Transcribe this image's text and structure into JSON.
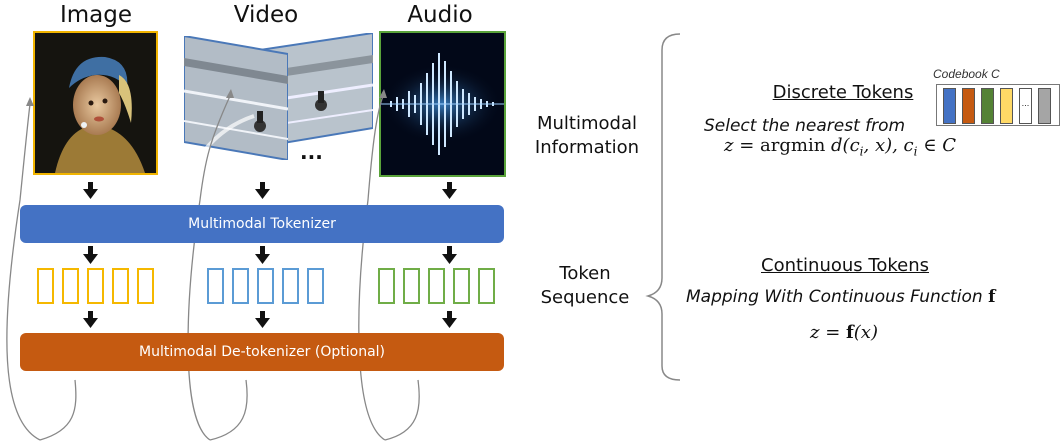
{
  "modalities": {
    "image": "Image",
    "video": "Video",
    "video_ellipsis": "...",
    "audio": "Audio"
  },
  "bars": {
    "tokenizer": "Multimodal Tokenizer",
    "detokenizer": "Multimodal De-tokenizer (Optional)"
  },
  "side_labels": {
    "multimodal_line1": "Multimodal",
    "multimodal_line2": "Information",
    "token_line1": "Token",
    "token_line2": "Sequence"
  },
  "discrete": {
    "title": "Discrete Tokens",
    "codebook_label": "Codebook C",
    "select_text": "Select the nearest from",
    "codebook_ellipsis": "...",
    "formula_z": "z = ",
    "formula_arg": "argmin",
    "formula_rest": " d(c",
    "formula_i": "i",
    "formula_mid": ", x), c",
    "formula_i2": "i",
    "formula_end": " ∈ C"
  },
  "continuous": {
    "title": "Continuous Tokens",
    "mapping_text": "Mapping With Continuous Function",
    "mapping_f": "f",
    "formula_z": "z = ",
    "formula_f": "f",
    "formula_end": "(x)"
  },
  "colors": {
    "tokenizer_bar": "#4472c4",
    "detokenizer_bar": "#c55a11",
    "image_tokens": "#f5b800",
    "video_tokens": "#5b9bd5",
    "audio_tokens": "#70ad47",
    "image_frame": "#f0b400",
    "audio_frame": "#5aa33a",
    "codebook": [
      "#4472c4",
      "#c55a11",
      "#548235",
      "#ffd966",
      "#ffffff",
      "#a5a5a5"
    ]
  }
}
